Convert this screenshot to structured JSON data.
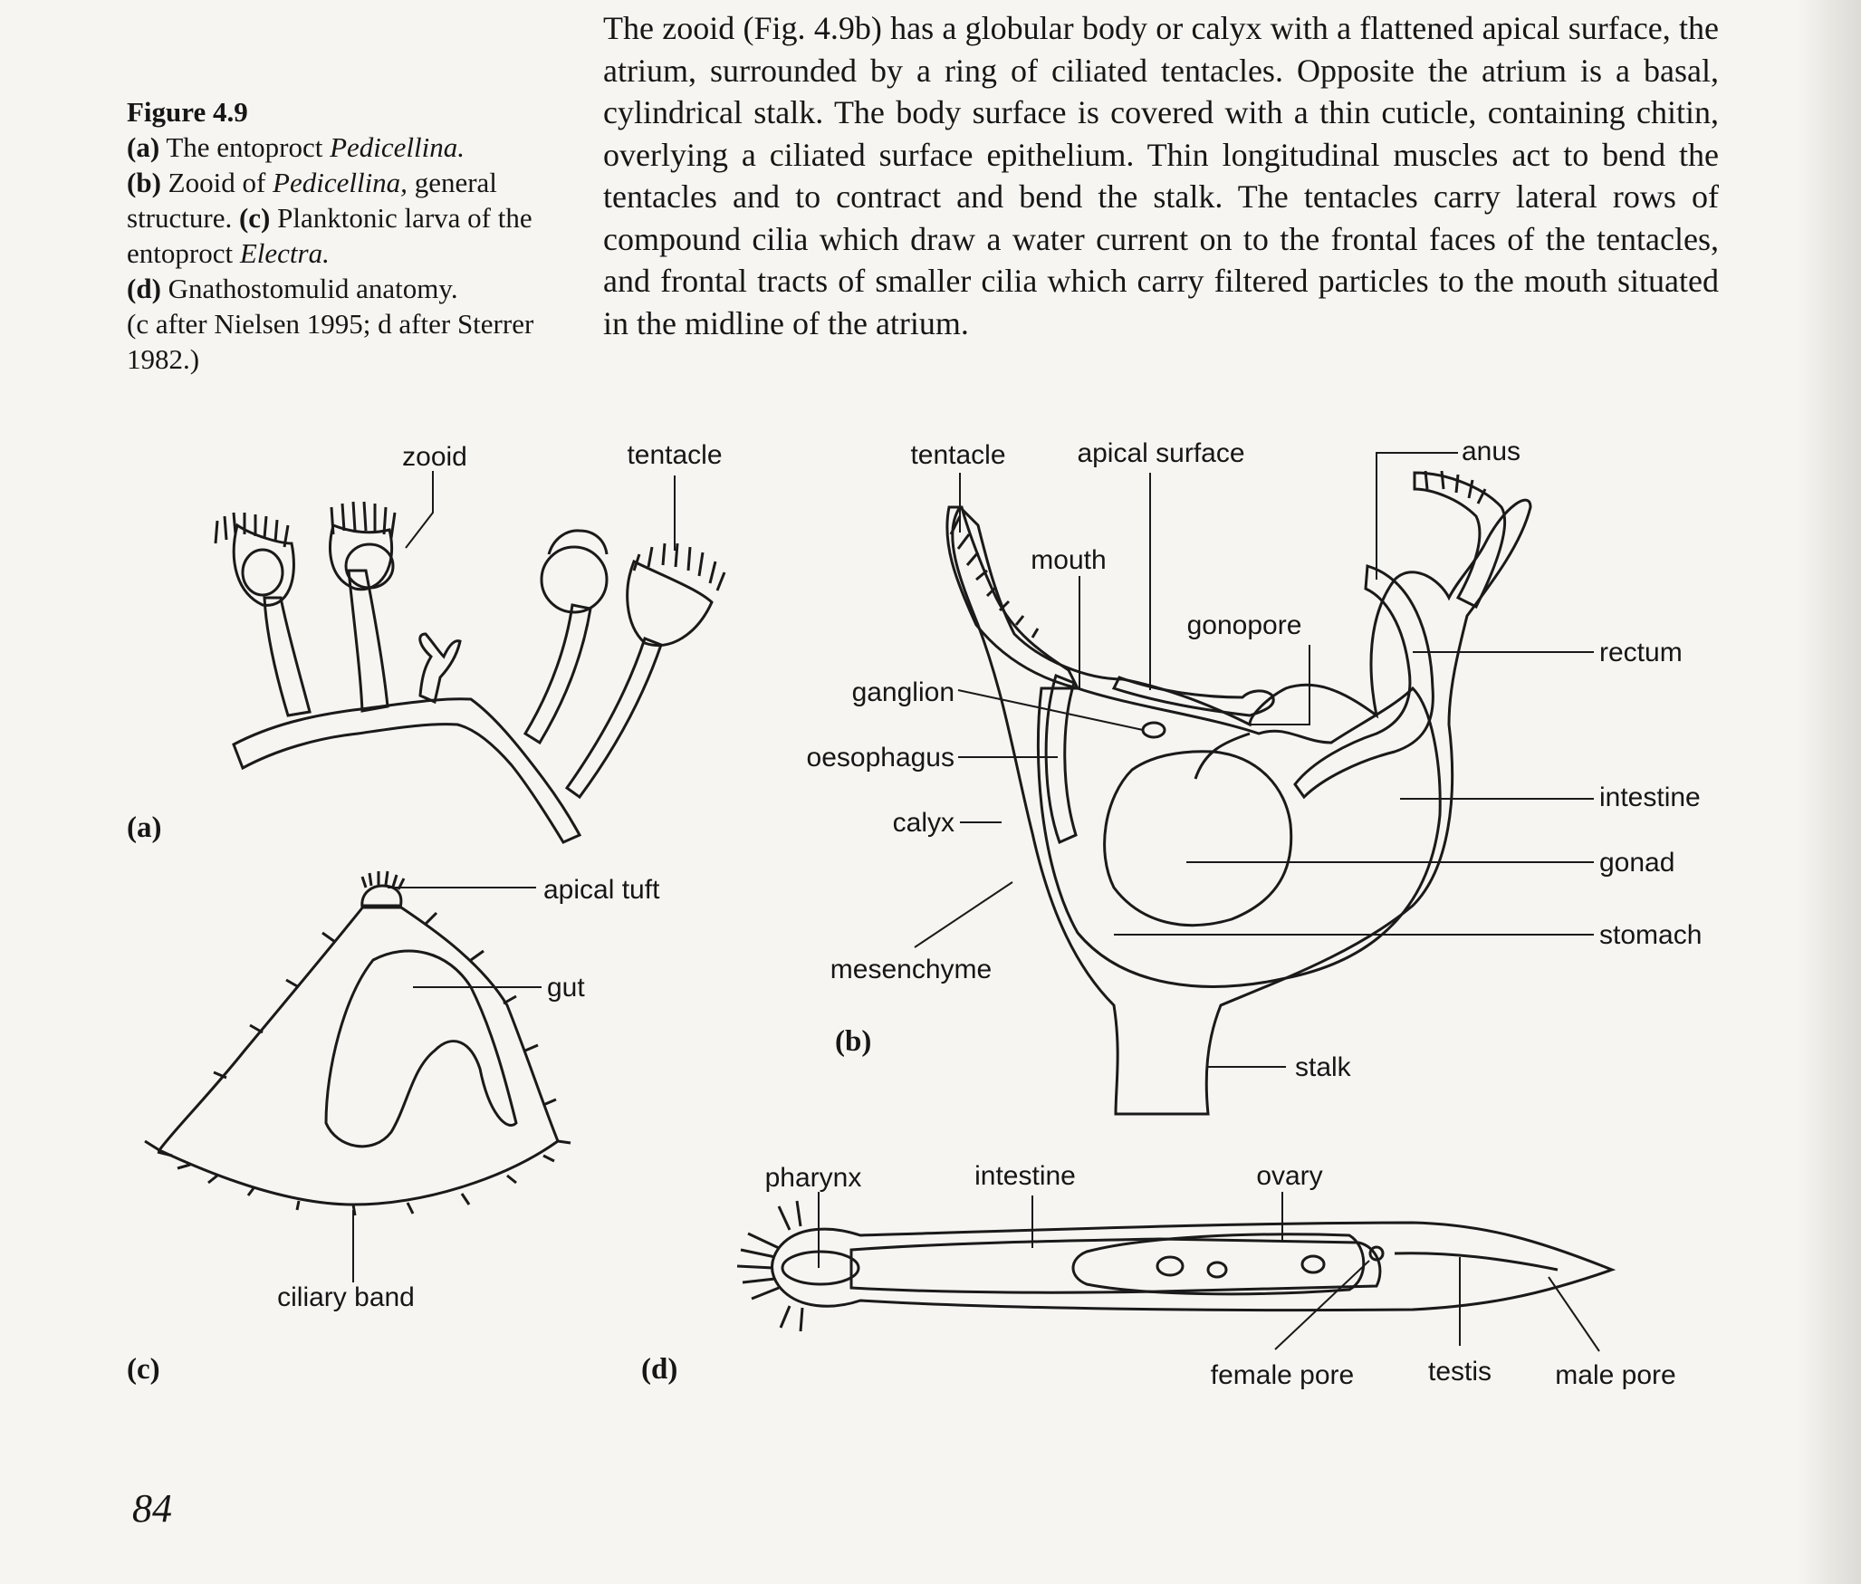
{
  "caption": {
    "figure_number": "Figure 4.9",
    "a_letter": "(a)",
    "a_text": " The entoproct ",
    "a_genus": "Pedicellina.",
    "b_letter": "(b)",
    "b_text": " Zooid of ",
    "b_genus": "Pedicellina,",
    "b_text2": " general structure. ",
    "c_letter": "(c)",
    "c_text": " Planktonic larva of the entoproct ",
    "c_genus": "Electra.",
    "d_letter": "(d)",
    "d_text": " Gnathostomulid anatomy.",
    "credit": "(c after Nielsen 1995; d after Sterrer 1982.)"
  },
  "body_text": "The zooid (Fig. 4.9b) has a globular body or calyx with a flattened apical surface, the atrium, surrounded by a ring of ciliated tentacles. Opposite the atrium is a basal, cylindrical stalk. The body surface is covered with a thin cuticle, containing chitin, overlying a ciliated surface epithelium. Thin longitudinal muscles act to bend the tentacles and to contract and bend the stalk. The tentacles carry lateral rows of compound cilia which draw a water current on to the frontal faces of the tentacles, and frontal tracts of smaller cilia which carry filtered particles to the mouth situated in the midline of the atrium.",
  "figure_a": {
    "panel": "(a)",
    "labels": {
      "zooid": "zooid",
      "tentacle": "tentacle"
    }
  },
  "figure_b": {
    "panel": "(b)",
    "labels": {
      "tentacle": "tentacle",
      "apical_surface": "apical surface",
      "anus": "anus",
      "mouth": "mouth",
      "gonopore": "gonopore",
      "rectum": "rectum",
      "ganglion": "ganglion",
      "oesophagus": "oesophagus",
      "intestine": "intestine",
      "calyx": "calyx",
      "gonad": "gonad",
      "stomach": "stomach",
      "mesenchyme": "mesenchyme",
      "stalk": "stalk"
    }
  },
  "figure_c": {
    "panel": "(c)",
    "labels": {
      "apical_tuft": "apical tuft",
      "gut": "gut",
      "ciliary_band": "ciliary band"
    }
  },
  "figure_d": {
    "panel": "(d)",
    "labels": {
      "pharynx": "pharynx",
      "intestine": "intestine",
      "ovary": "ovary",
      "female_pore": "female pore",
      "testis": "testis",
      "male_pore": "male pore"
    }
  },
  "page_number": "84"
}
